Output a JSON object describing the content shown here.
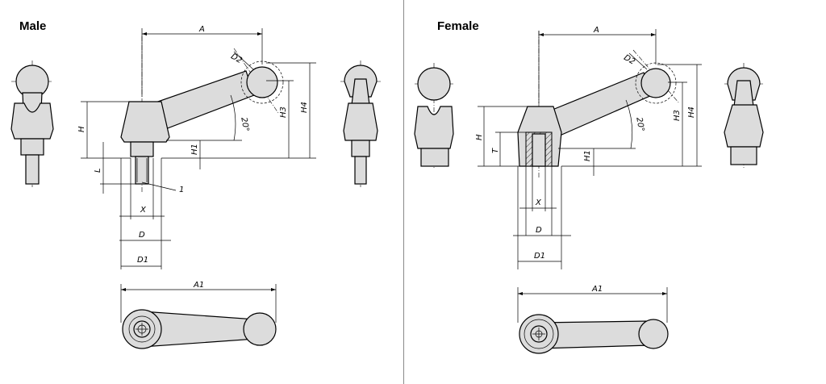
{
  "titles": {
    "male": "Male",
    "female": "Female"
  },
  "male": {
    "A": "A",
    "D2": "D2",
    "angle": "20°",
    "H3": "H3",
    "H4": "H4",
    "H": "H",
    "H1": "H1",
    "L": "L",
    "item": "1",
    "X": "X",
    "D": "D",
    "D1": "D1",
    "A1": "A1"
  },
  "female": {
    "A": "A",
    "D2": "D2",
    "angle": "20°",
    "H3": "H3",
    "H4": "H4",
    "H": "H",
    "T": "T",
    "H1": "H1",
    "X": "X",
    "D": "D",
    "D1": "D1",
    "A1": "A1"
  },
  "colors": {
    "part_fill": "#dcdcdc",
    "divider": "#8a8a8a"
  }
}
